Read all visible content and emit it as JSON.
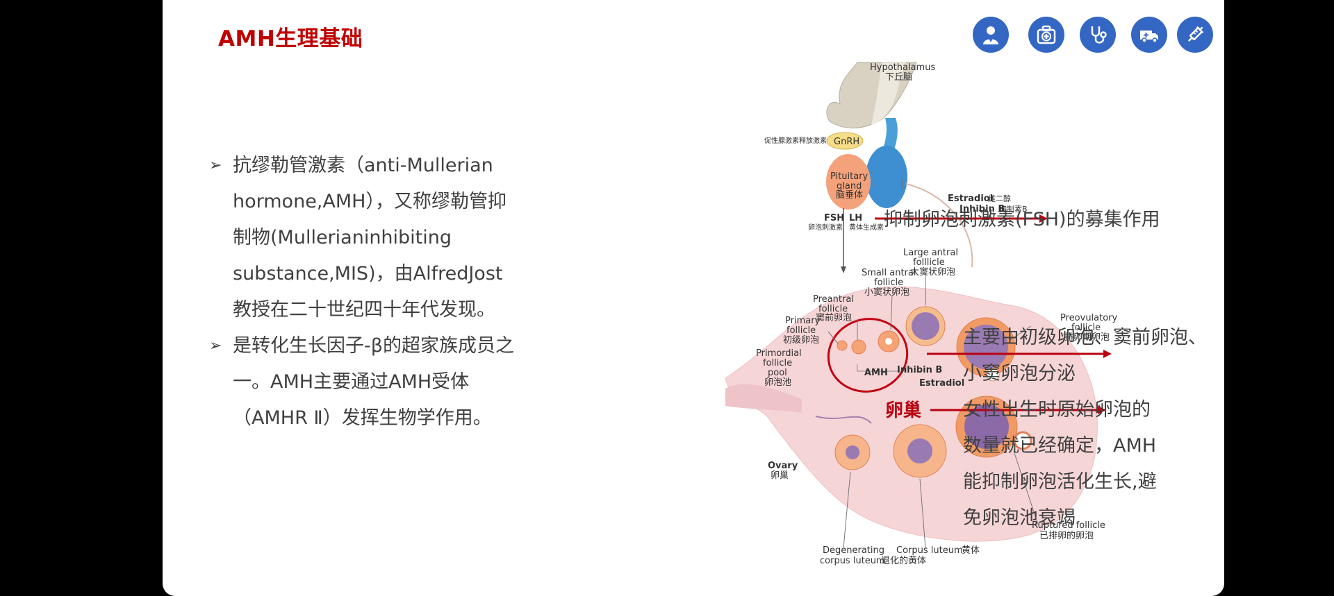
{
  "slide": {
    "title": "AMH生理基础"
  },
  "toolbar_icons": [
    {
      "name": "doctor-icon"
    },
    {
      "name": "medical-kit-icon"
    },
    {
      "name": "stethoscope-icon"
    },
    {
      "name": "ambulance-icon"
    },
    {
      "name": "syringe-icon"
    }
  ],
  "bullets": [
    {
      "marker": "➢",
      "text": "抗缪勒管激素（anti-Mullerian hormone,AMH），又称缪勒管抑制物(Mullerianinhibiting substance,MIS)，由AlfredJost教授在二十世纪四十年代发现。"
    },
    {
      "marker": "➢",
      "text": "是转化生长因子-β的超家族成员之一。AMH主要通过AMH受体（AMHR Ⅱ）发挥生物学作用。"
    }
  ],
  "diagram": {
    "hypothalamus": "Hypothalamus",
    "hypothalamus_cn": "下丘脑",
    "gnrh_note": "促性腺激素释放激素",
    "gnrh": "GnRH",
    "pituitary_1": "Pituitary",
    "pituitary_2": "gland",
    "pituitary_cn": "脑垂体",
    "estradiol": "Estradiol",
    "estradiol_cn": "雌二醇",
    "inhibin_b": "Inhibin B",
    "inhibin_b_cn": "抑制素B",
    "fsh": "FSH",
    "fsh_cn": "卵泡刺激素",
    "lh": "LH",
    "lh_cn": "黄体生成素",
    "large_antral_1": "Large antral",
    "large_antral_2": "folllicle",
    "large_antral_cn": "大窦状卵泡",
    "small_antral_1": "Small antral",
    "small_antral_2": "follicle",
    "small_antral_cn": "小窦状卵泡",
    "preantral_1": "Preantral",
    "preantral_2": "follicle",
    "preantral_cn": "窦前卵泡",
    "primary_1": "Primary",
    "primary_2": "follicle",
    "primary_cn": "初级卵泡",
    "primordial_1": "Primordial",
    "primordial_2": "follicle",
    "primordial_3": "pool",
    "primordial_cn": "卵泡池",
    "preovulatory_1": "Preovulatory",
    "preovulatory_2": "follicle",
    "preovulatory_cn": "排卵期卵泡",
    "amh": "AMH",
    "inhibin_b_2": "Inhibin B",
    "estradiol_2": "Estradiol",
    "ovary_cn_big": "卵巢",
    "ovary": "Ovary",
    "ovary_cn": "卵巢",
    "ruptured_1": "Ruptured follicle",
    "ruptured_cn": "已排卵的卵泡",
    "degenerating_1": "Degenerating",
    "degenerating_2": "corpus luteum",
    "degenerating_cn": "退化的黄体",
    "corpus_luteum": "Corpus luteum",
    "corpus_luteum_cn": "黄体"
  },
  "annotations": {
    "fsh_effect": "抑制卵泡刺激素(FSH)的募集作用",
    "secretion": [
      "主要由初级卵泡、窦前卵泡、",
      "小窦卵泡分泌"
    ],
    "pool": [
      "女性出生时原始卵泡的",
      "数量就已经确定，AMH",
      "能抑制卵泡活化生长,避",
      "免卵泡池衰竭"
    ]
  },
  "colors": {
    "title": "#c00000",
    "icon_bg": "#3466c3",
    "arrow": "#b80010",
    "text": "#404040"
  }
}
